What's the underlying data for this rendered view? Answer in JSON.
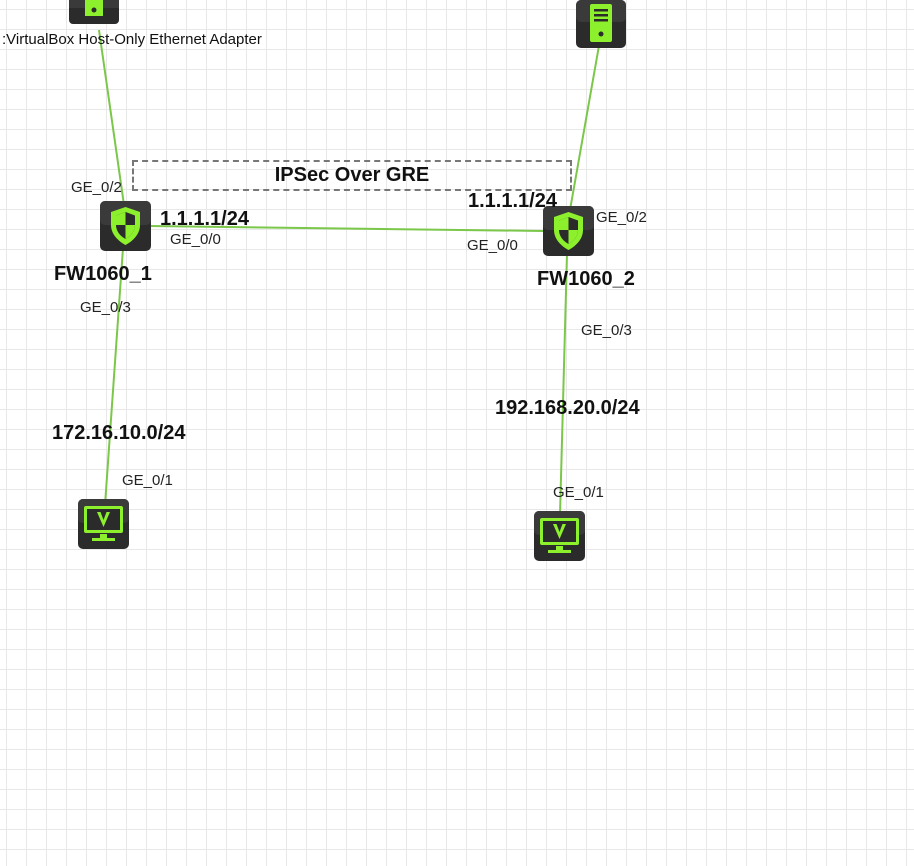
{
  "colors": {
    "link": "#7bc74a",
    "device_bg": "#2b2b2b",
    "device_accent": "#8cf02d"
  },
  "tunnel": {
    "label": "IPSec Over GRE"
  },
  "devices": {
    "host_left": {
      "label": ":VirtualBox Host-Only Ethernet Adapter",
      "icon": "host-icon"
    },
    "server_right": {
      "icon": "server-icon"
    },
    "fw1": {
      "name": "FW1060_1",
      "icon": "firewall-icon",
      "ip": "1.1.1.1/24"
    },
    "fw2": {
      "name": "FW1060_2",
      "icon": "firewall-icon",
      "ip": "1.1.1.1/24"
    },
    "pc_left": {
      "icon": "pc-icon"
    },
    "pc_right": {
      "icon": "pc-icon"
    }
  },
  "ports": {
    "fw1_ge02": "GE_0/2",
    "fw1_ge00": "GE_0/0",
    "fw1_ge03": "GE_0/3",
    "fw2_ge02": "GE_0/2",
    "fw2_ge00": "GE_0/0",
    "fw2_ge03": "GE_0/3",
    "pc_left_ge01": "GE_0/1",
    "pc_right_ge01": "GE_0/1"
  },
  "subnets": {
    "left": "172.16.10.0/24",
    "right": "192.168.20.0/24"
  }
}
